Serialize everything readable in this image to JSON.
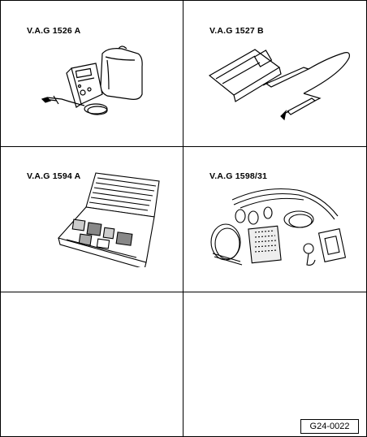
{
  "tools": [
    {
      "label": "V.A.G 1526 A",
      "icon": "multimeter-with-case-icon"
    },
    {
      "label": "V.A.G 1527 B",
      "icon": "test-probe-with-pouch-icon"
    },
    {
      "label": "V.A.G 1594 A",
      "icon": "adapter-set-case-icon"
    },
    {
      "label": "V.A.G 1598/31",
      "icon": "test-box-cable-set-icon"
    }
  ],
  "figure_code": "G24-0022"
}
